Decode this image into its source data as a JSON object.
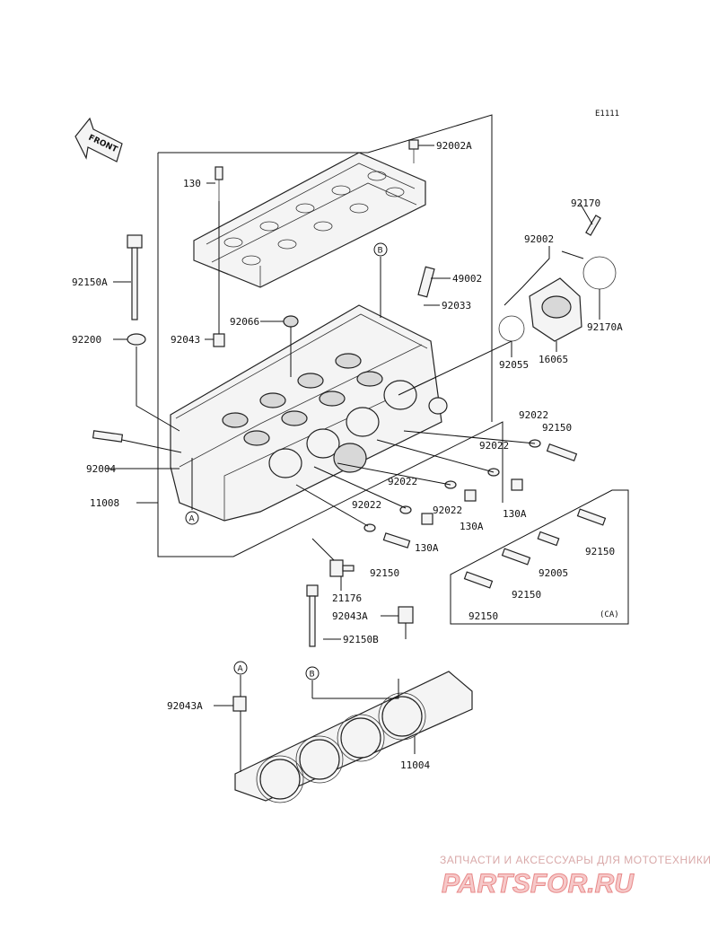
{
  "diagram": {
    "code": "E1111",
    "front": "FRONT",
    "group_label": "(CA)",
    "refs": {
      "a": "A",
      "b": "B"
    },
    "parts": {
      "p92002A": "92002A",
      "p130": "130",
      "p92150A": "92150A",
      "p92200": "92200",
      "p92066": "92066",
      "p92043": "92043",
      "p49002": "49002",
      "p92033": "92033",
      "p92170": "92170",
      "p92002": "92002",
      "p92170A": "92170A",
      "p16065": "16065",
      "p92055": "92055",
      "p92022_r1": "92022",
      "p92150_r1": "92150",
      "p92022_r2": "92022",
      "p92004": "92004",
      "p11008": "11008",
      "p92022_l1": "92022",
      "p92022_l2": "92022",
      "p92022_l3": "92022",
      "p130A_1": "130A",
      "p130A_2": "130A",
      "p130A_3": "130A",
      "p92150_c": "92150",
      "p21176": "21176",
      "p92043A_top": "92043A",
      "p92150B": "92150B",
      "p92150_g1": "92150",
      "p92005": "92005",
      "p92150_g2": "92150",
      "p92150_g3": "92150",
      "p92043A_bot": "92043A",
      "p11004": "11004"
    }
  },
  "watermark": {
    "tagline": "ЗАПЧАСТИ И АКСЕССУАРЫ ДЛЯ МОТОТЕХНИКИ",
    "brand": "PARTSFOR.RU"
  }
}
